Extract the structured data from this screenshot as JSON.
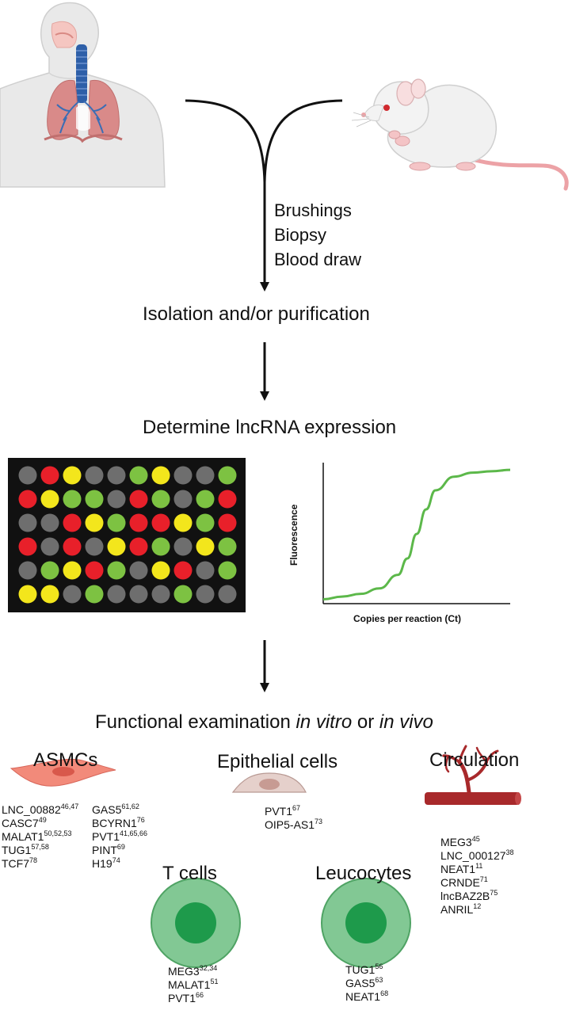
{
  "samples": [
    "Brushings",
    "Biopsy",
    "Blood draw"
  ],
  "steps": {
    "isolation": "Isolation and/or purification",
    "expression": "Determine lncRNA expression",
    "functional": {
      "prefix": "Functional examination ",
      "in_vitro": "in vitro",
      "or": " or ",
      "in_vivo": "in vivo"
    }
  },
  "plate": {
    "rows": [
      [
        "gray",
        "red",
        "yellow",
        "gray",
        "gray",
        "green",
        "yellow",
        "gray",
        "gray",
        "green"
      ],
      [
        "red",
        "yellow",
        "green",
        "green",
        "gray",
        "red",
        "green",
        "gray",
        "green",
        "red"
      ],
      [
        "gray",
        "gray",
        "red",
        "yellow",
        "green",
        "red",
        "red",
        "yellow",
        "green",
        "red"
      ],
      [
        "red",
        "gray",
        "red",
        "gray",
        "yellow",
        "red",
        "green",
        "gray",
        "yellow",
        "green"
      ],
      [
        "gray",
        "green",
        "yellow",
        "red",
        "green",
        "gray",
        "yellow",
        "red",
        "gray",
        "green"
      ],
      [
        "yellow",
        "yellow",
        "gray",
        "green",
        "gray",
        "gray",
        "gray",
        "green",
        "gray",
        "gray"
      ]
    ],
    "colors": {
      "gray": "#6e6e6e",
      "red": "#e8202a",
      "yellow": "#f3e61c",
      "green": "#7dc242",
      "background": "#111111"
    }
  },
  "chart_data": {
    "type": "line",
    "xlabel": "Copies per reaction (Ct)",
    "ylabel": "Fluorescence",
    "series": [
      {
        "color": "#5cb84a",
        "x": [
          0,
          0.1,
          0.2,
          0.3,
          0.4,
          0.45,
          0.5,
          0.55,
          0.6,
          0.7,
          0.8,
          0.9,
          1.0
        ],
        "y": [
          0.02,
          0.04,
          0.06,
          0.1,
          0.2,
          0.32,
          0.5,
          0.68,
          0.82,
          0.92,
          0.95,
          0.96,
          0.97
        ]
      }
    ]
  },
  "groups": {
    "asmcs": {
      "title": "ASMCs",
      "col1": [
        {
          "name": "LNC_00882",
          "ref": "46,47"
        },
        {
          "name": "CASC7",
          "ref": "49"
        },
        {
          "name": "MALAT1",
          "ref": "50,52,53"
        },
        {
          "name": "TUG1",
          "ref": "57,58"
        },
        {
          "name": "TCF7",
          "ref": "78"
        }
      ],
      "col2": [
        {
          "name": "GAS5",
          "ref": "61,62"
        },
        {
          "name": "BCYRN1",
          "ref": "76"
        },
        {
          "name": "PVT1",
          "ref": "41,65,66"
        },
        {
          "name": "PINT",
          "ref": "69"
        },
        {
          "name": "H19",
          "ref": "74"
        }
      ]
    },
    "epithelial": {
      "title": "Epithelial cells",
      "items": [
        {
          "name": "PVT1",
          "ref": "67"
        },
        {
          "name": "OIP5-AS1",
          "ref": "73"
        }
      ]
    },
    "circulation": {
      "title": "Circulation",
      "items": [
        {
          "name": "MEG3",
          "ref": "45"
        },
        {
          "name": "LNC_000127",
          "ref": "38"
        },
        {
          "name": "NEAT1",
          "ref": "11"
        },
        {
          "name": "CRNDE",
          "ref": "71"
        },
        {
          "name": "lncBAZ2B",
          "ref": "75"
        },
        {
          "name": "ANRIL",
          "ref": "12"
        }
      ]
    },
    "tcells": {
      "title": "T cells",
      "items": [
        {
          "name": "MEG3",
          "ref": "32,34"
        },
        {
          "name": "MALAT1",
          "ref": "51"
        },
        {
          "name": "PVT1",
          "ref": "66"
        }
      ]
    },
    "leucocytes": {
      "title": "Leucocytes",
      "items": [
        {
          "name": "TUG1",
          "ref": "56"
        },
        {
          "name": "GAS5",
          "ref": "63"
        },
        {
          "name": "NEAT1",
          "ref": "68"
        }
      ]
    }
  }
}
